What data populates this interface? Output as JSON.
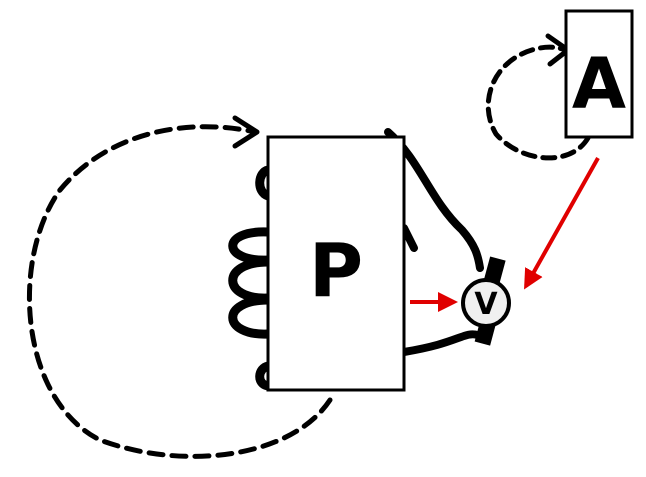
{
  "labels": {
    "p_box": "P",
    "a_box": "A",
    "v_node": "V"
  },
  "colors": {
    "stroke": "#000000",
    "arrow": "#e00000",
    "v_fill": "#f0f0f0",
    "background": "#ffffff"
  }
}
